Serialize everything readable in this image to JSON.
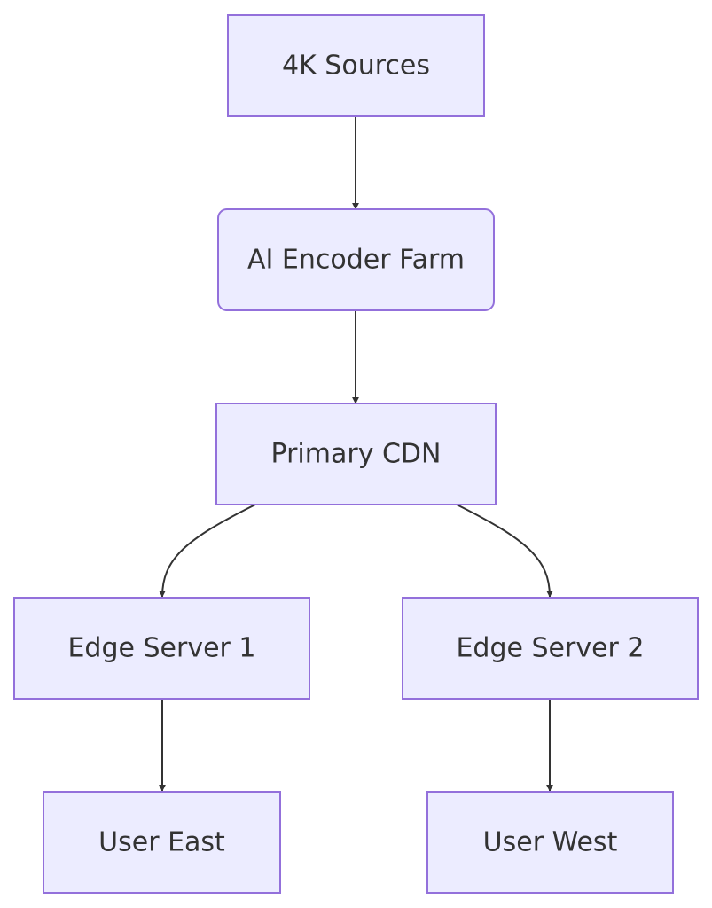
{
  "colors": {
    "node_fill": "#ECECFF",
    "node_border": "#9370DB",
    "text": "#333333",
    "edge": "#333333",
    "background": "#FFFFFF"
  },
  "nodes": {
    "sources": {
      "label": "4K Sources",
      "shape": "rect"
    },
    "encoder": {
      "label": "AI Encoder Farm",
      "shape": "rounded-rect"
    },
    "cdn": {
      "label": "Primary CDN",
      "shape": "rect"
    },
    "edge1": {
      "label": "Edge Server 1",
      "shape": "rect"
    },
    "edge2": {
      "label": "Edge Server 2",
      "shape": "rect"
    },
    "east": {
      "label": "User East",
      "shape": "rect"
    },
    "west": {
      "label": "User West",
      "shape": "rect"
    }
  },
  "edges": [
    {
      "from": "4K Sources",
      "to": "AI Encoder Farm"
    },
    {
      "from": "AI Encoder Farm",
      "to": "Primary CDN"
    },
    {
      "from": "Primary CDN",
      "to": "Edge Server 1"
    },
    {
      "from": "Primary CDN",
      "to": "Edge Server 2"
    },
    {
      "from": "Edge Server 1",
      "to": "User East"
    },
    {
      "from": "Edge Server 2",
      "to": "User West"
    }
  ]
}
